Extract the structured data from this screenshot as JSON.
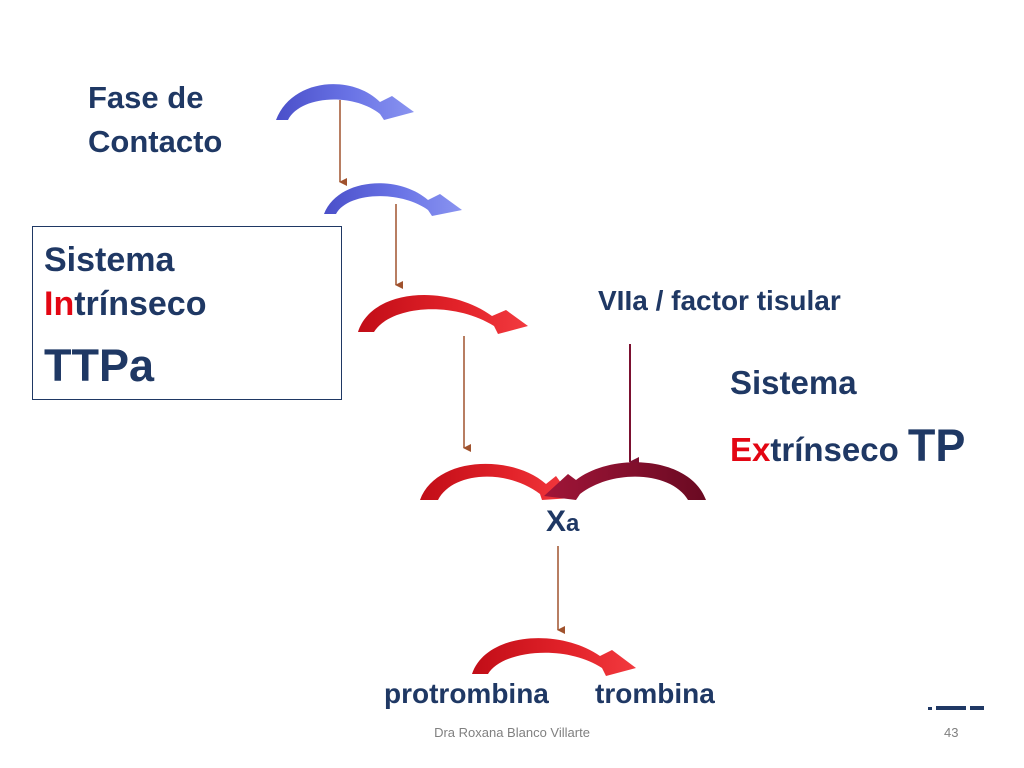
{
  "labels": {
    "fase_line1": "Fase de",
    "fase_line2": "Contacto",
    "intrinseco_line1": "Sistema",
    "intrinseco_prefix": "In",
    "intrinseco_rest": "trínseco",
    "ttpa": "TTPa",
    "vlla": "VIIa / factor tisular",
    "extrinseco_line1": "Sistema",
    "extrinseco_prefix": "Ex",
    "extrinseco_rest": "trínseco ",
    "tp": "TP",
    "xa_main": "X",
    "xa_sub": "a",
    "protrombina": "protrombina",
    "trombina": "trombina"
  },
  "footer": {
    "author": "Dra Roxana Blanco Villarte",
    "page_number": "43"
  },
  "colors": {
    "text_navy": "#1f3864",
    "accent_red": "#e30613",
    "arrow_blue": "#5a63d8",
    "arrow_red": "#d9141e",
    "arrow_dark_red": "#8b0c28",
    "connector_brown": "#a0522d",
    "connector_maroon": "#7b1030"
  }
}
